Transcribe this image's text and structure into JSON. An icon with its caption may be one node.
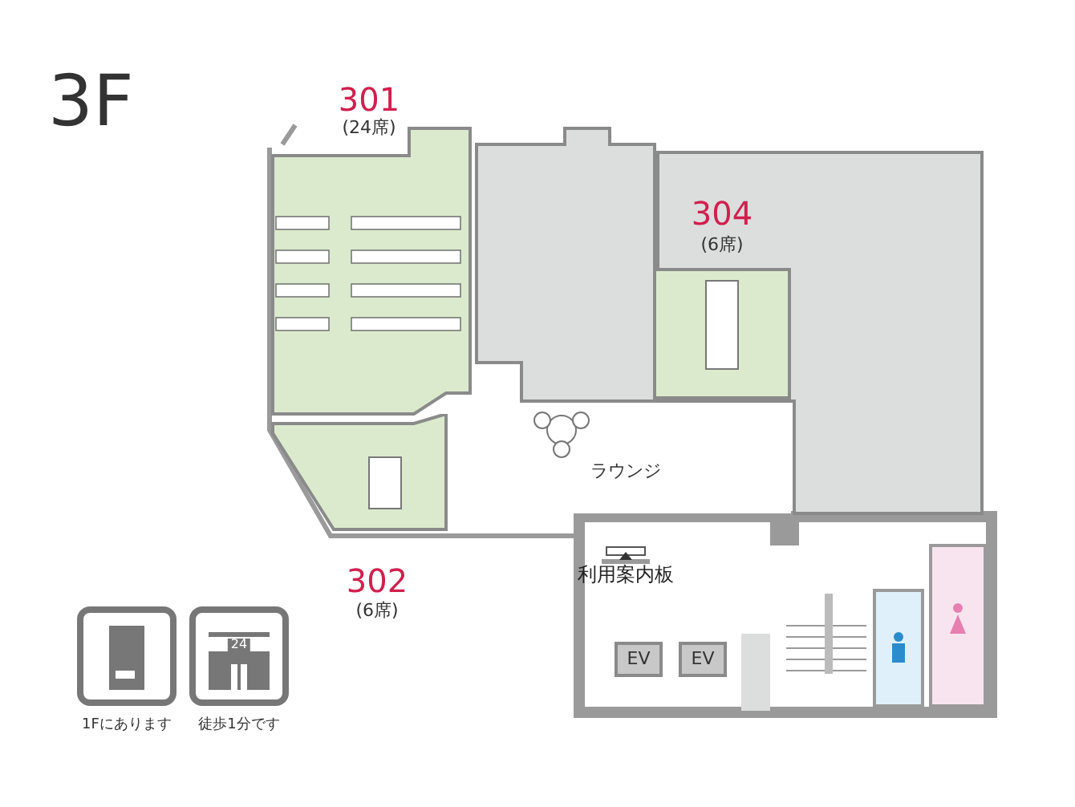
{
  "diagram": {
    "title": "3F",
    "nodes": [
      {
        "text": [
          "301",
          "(24席)"
        ]
      },
      {
        "text": [],
        "shape": "box"
      },
      {
        "text": [
          "304",
          "(6席)"
        ],
        "in": 3
      },
      {
        "text": [],
        "shape": "box"
      },
      {
        "text": [
          "ラウンジ"
        ]
      },
      {
        "text": [
          "302",
          "(6席)"
        ]
      },
      {
        "text": [
          "EV"
        ]
      },
      {
        "text": [
          "EV"
        ]
      }
    ],
    "labels": [
      "利用案内板",
      "24",
      "1Fにあります",
      "徒歩1分です"
    ]
  }
}
